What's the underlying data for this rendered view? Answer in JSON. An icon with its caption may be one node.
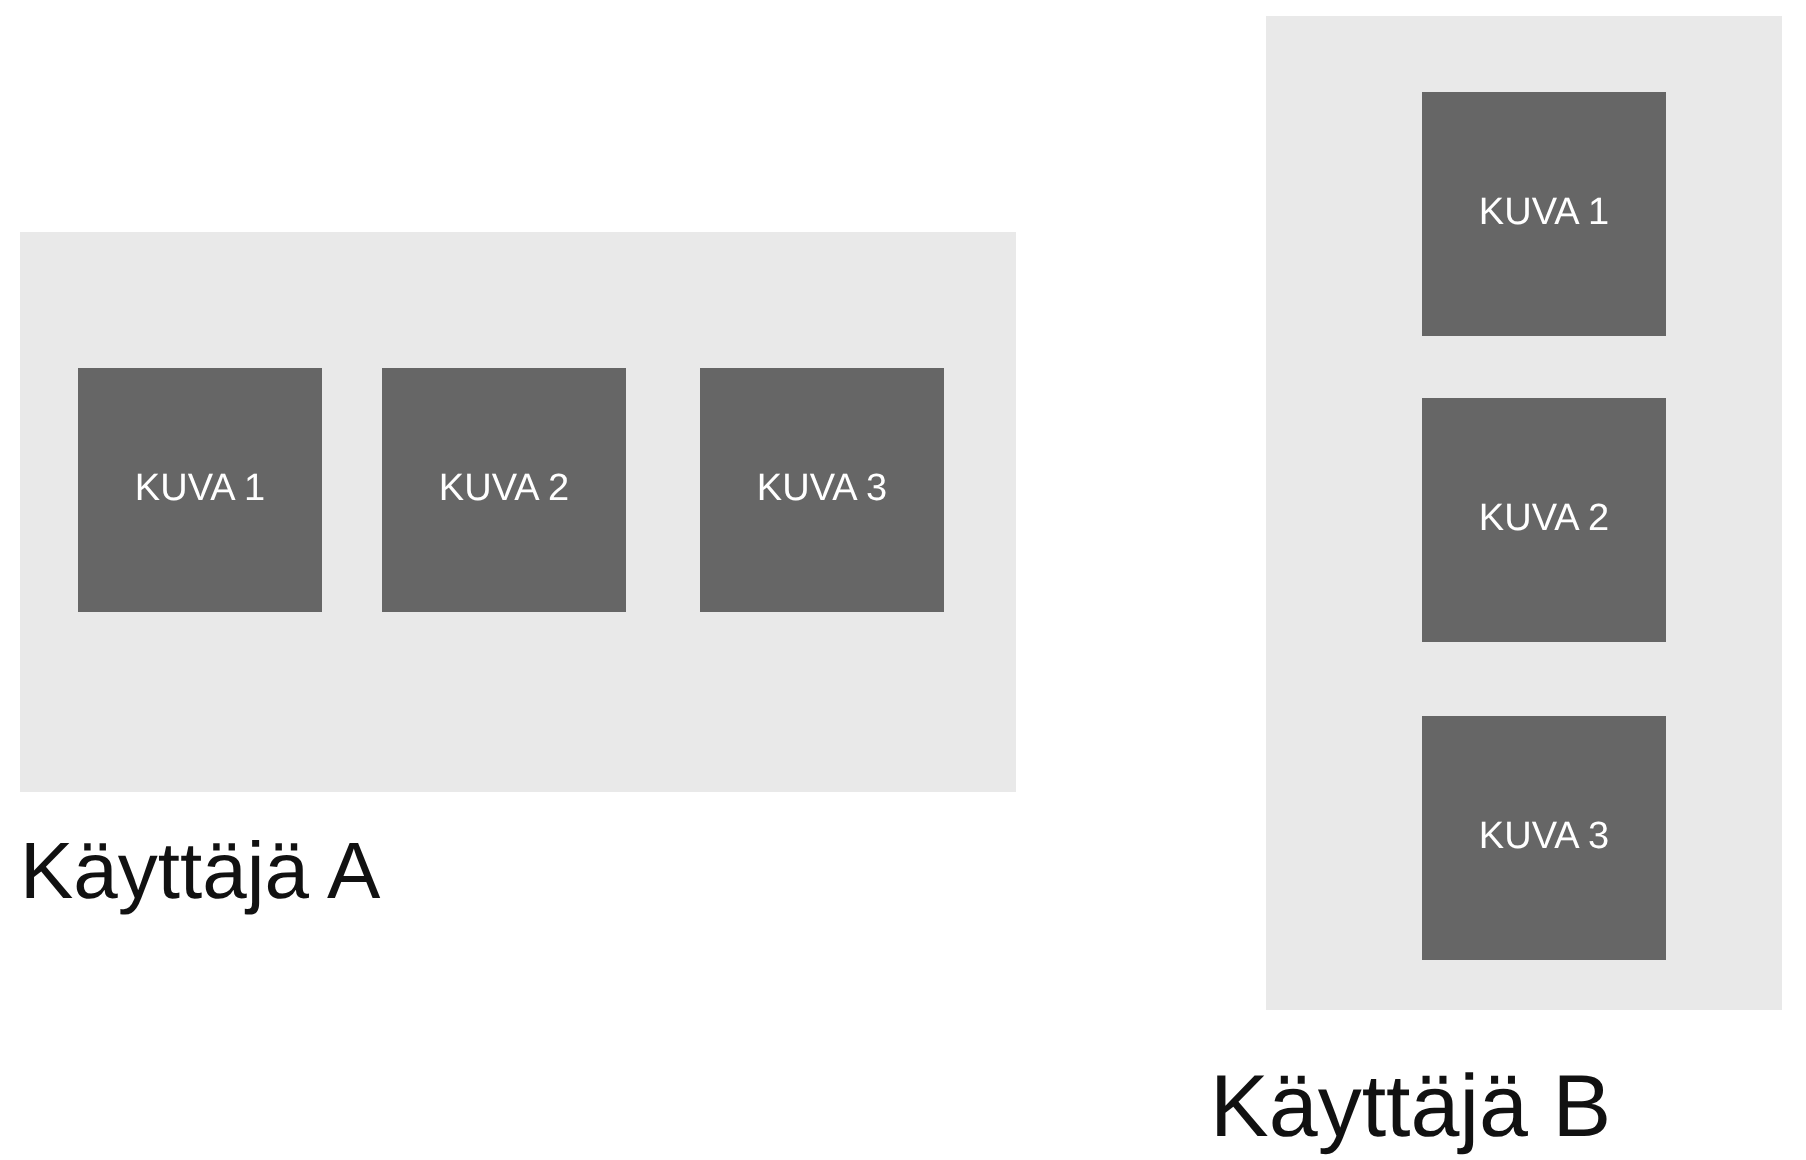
{
  "diagram": {
    "nodes": [
      {
        "text": [
          "Käyttäjä A"
        ]
      },
      {
        "text": [
          "KUVA 1"
        ],
        "in": 0
      },
      {
        "text": [
          "KUVA 2"
        ],
        "in": 0
      },
      {
        "text": [
          "KUVA 3"
        ],
        "in": 0
      },
      {
        "text": [
          "Käyttäjä B"
        ]
      },
      {
        "text": [
          "KUVA 1"
        ],
        "in": 4
      },
      {
        "text": [
          "KUVA 2"
        ],
        "in": 4
      },
      {
        "text": [
          "KUVA 3"
        ],
        "in": 4
      }
    ]
  }
}
